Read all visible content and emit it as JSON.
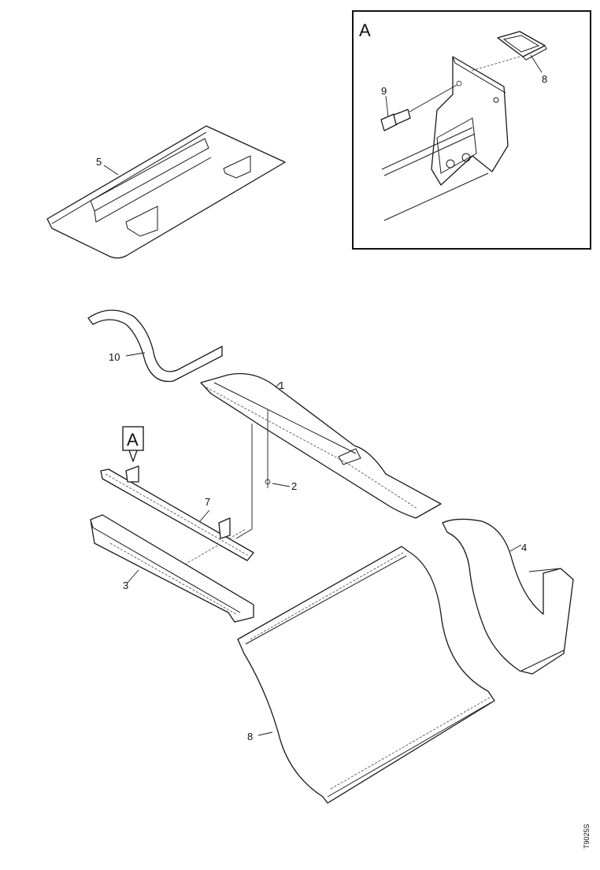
{
  "detail_view": {
    "title": "A",
    "callouts": {
      "bolt": "9",
      "clip": "8"
    }
  },
  "exploded_view": {
    "callouts": {
      "part_1": "1",
      "part_2": "2",
      "part_3": "3",
      "part_4": "4",
      "part_5": "5",
      "part_7": "7",
      "part_8": "8",
      "part_10": "10"
    },
    "detail_marker": "A"
  },
  "drawing_id": "T9025S"
}
